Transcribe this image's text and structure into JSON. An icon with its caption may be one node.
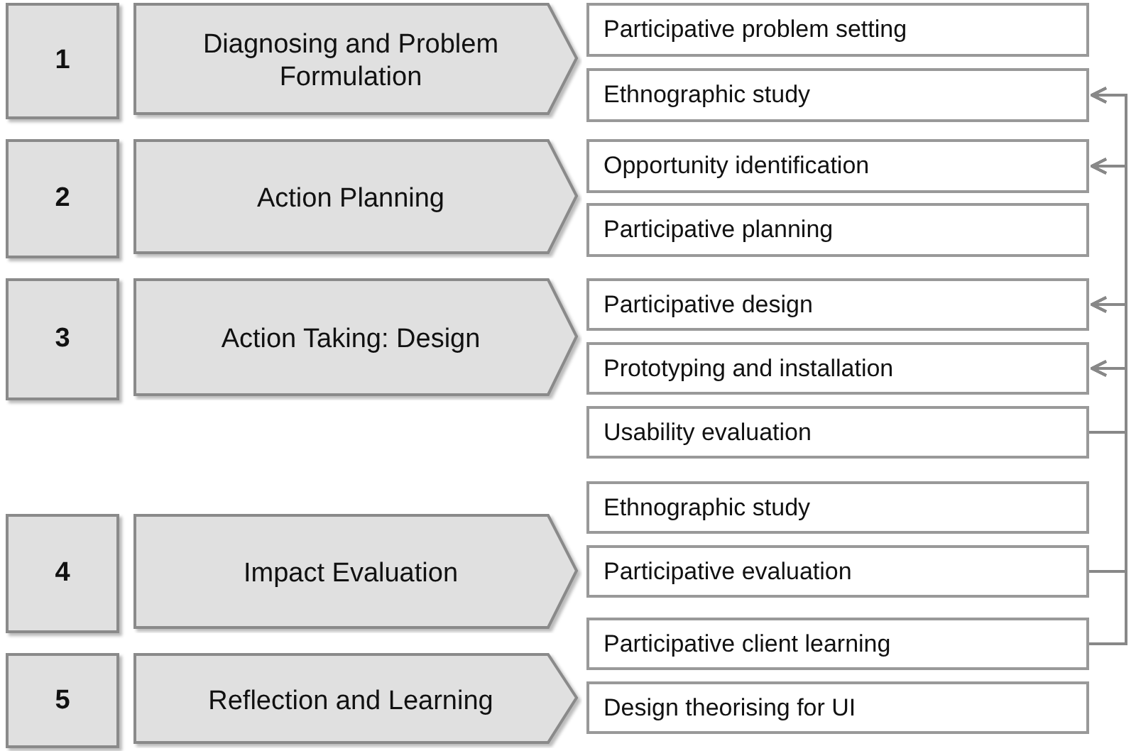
{
  "diagram": {
    "nodes": [
      {
        "text": [
          "1"
        ]
      },
      {
        "text": [
          "Diagnosing and Problem Formulation"
        ]
      },
      {
        "text": [
          "Participative problem setting"
        ]
      },
      {
        "text": [
          "Ethnographic study"
        ]
      },
      {
        "text": [
          "2"
        ]
      },
      {
        "text": [
          "Action Planning"
        ]
      },
      {
        "text": [
          "Opportunity identification"
        ]
      },
      {
        "text": [
          "Participative planning"
        ]
      },
      {
        "text": [
          "3"
        ]
      },
      {
        "text": [
          "Action Taking: Design"
        ]
      },
      {
        "text": [
          "Participative design"
        ]
      },
      {
        "text": [
          "Prototyping and installation"
        ]
      },
      {
        "text": [
          "Usability evaluation"
        ]
      },
      {
        "text": [
          "4"
        ]
      },
      {
        "text": [
          "Impact Evaluation"
        ]
      },
      {
        "text": [
          "Ethnographic study"
        ]
      },
      {
        "text": [
          "Participative evaluation"
        ]
      },
      {
        "text": [
          "5"
        ]
      },
      {
        "text": [
          "Reflection and Learning"
        ]
      },
      {
        "text": [
          "Participative client learning"
        ]
      },
      {
        "text": [
          "Design theorising for UI"
        ]
      }
    ],
    "edges": [
      {
        "from": 12,
        "to": 3,
        "arrow": "to"
      },
      {
        "from": 12,
        "to": 6,
        "arrow": "to"
      },
      {
        "from": 12,
        "to": 10,
        "arrow": "to"
      },
      {
        "from": 12,
        "to": 11,
        "arrow": "to"
      },
      {
        "from": 16,
        "to": 3,
        "arrow": "to"
      },
      {
        "from": 16,
        "to": 6,
        "arrow": "to"
      },
      {
        "from": 16,
        "to": 10,
        "arrow": "to"
      },
      {
        "from": 16,
        "to": 11,
        "arrow": "to"
      },
      {
        "from": 19,
        "to": 3,
        "arrow": "to"
      },
      {
        "from": 19,
        "to": 6,
        "arrow": "to"
      },
      {
        "from": 19,
        "to": 10,
        "arrow": "to"
      },
      {
        "from": 19,
        "to": 11,
        "arrow": "to"
      }
    ]
  }
}
